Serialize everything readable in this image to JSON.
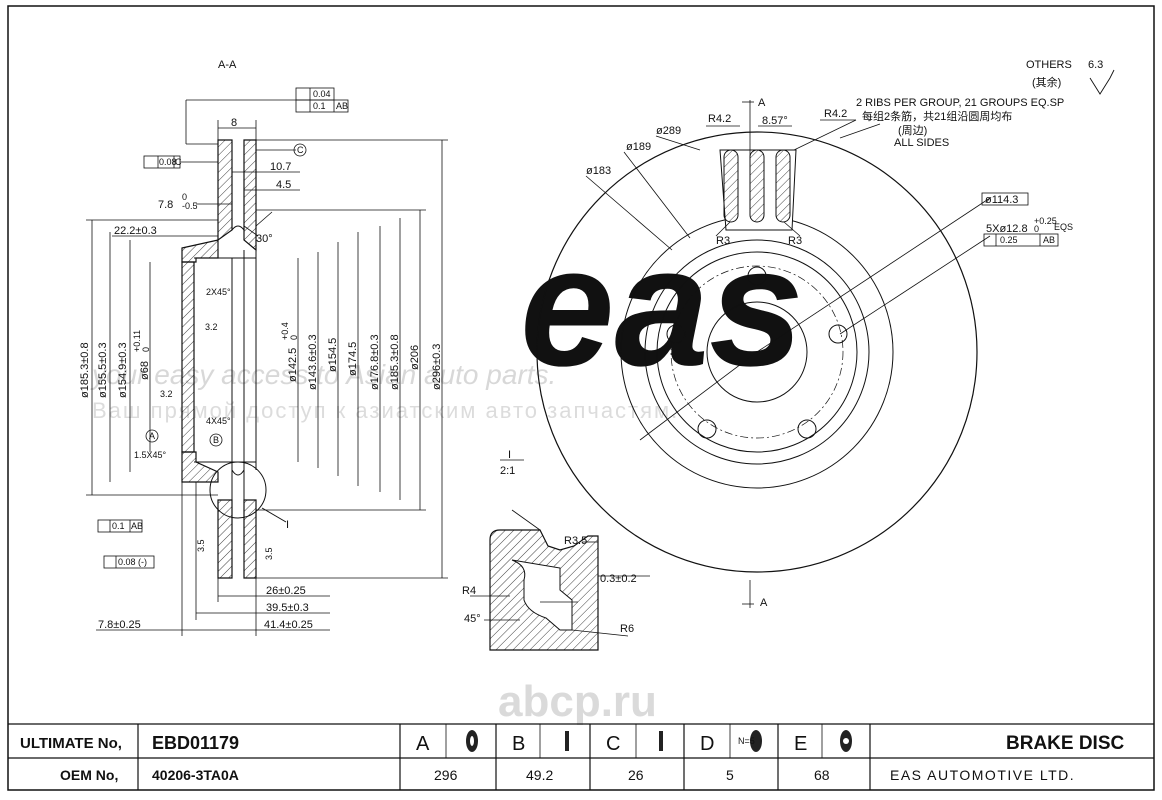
{
  "section_label": "A-A",
  "others": {
    "label": "OTHERS",
    "value": "6.3",
    "cn": "(其余)"
  },
  "ribs_note": {
    "en": "2 RIBS PER GROUP, 21 GROUPS EQ.SP",
    "cn": "每组2条筋，共21组沿圆周均布"
  },
  "all_sides": {
    "cn": "(周边)",
    "en": "ALL SIDES"
  },
  "tolerance_frames": {
    "top1": "0.04",
    "top2": "0.1",
    "top2_ref": "AB",
    "parallel": "0.08",
    "parallel_ref": "C",
    "runout": "0.1",
    "runout_ref": "AB",
    "flatness": "0.08",
    "flatness_note": "(-)",
    "position": "0.25",
    "position_ref": "AB"
  },
  "section_dims": {
    "d8": "8",
    "d10_7": "10.7",
    "d4_5": "4.5",
    "d7_8_top": "7.8",
    "d7_8_top_tol": "0",
    "d7_8_top_tol2": "-0.5",
    "d22_2": "22.2±0.3",
    "angle30": "30°",
    "chamfer2x45": "2X45°",
    "d3_2a": "3.2",
    "d3_2b": "3.2",
    "chamfer4x45": "4X45°",
    "chamfer15x45": "1.5X45°",
    "d185_3_08": "ø185.3±0.8",
    "d155_5": "ø155.5±0.3",
    "d154_9": "ø154.9±0.3",
    "d68": "ø68",
    "d68_tol": "+0.11",
    "d68_tol2": "0",
    "d142_5": "ø142.5",
    "d142_5_tol": "+0.4",
    "d142_5_tol2": "0",
    "d143_6": "ø143.6±0.3",
    "d154_5": "ø154.5",
    "d174_5": "ø174.5",
    "d176_8": "ø176.8±0.3",
    "d185_3_b": "ø185.3±0.8",
    "d206": "ø206",
    "d296": "ø296±0.3",
    "d3_5a": "3.5",
    "d3_5b": "3.5",
    "d26": "26±0.25",
    "d39_5": "39.5±0.3",
    "d7_8": "7.8±0.25",
    "d41_4": "41.4±0.25",
    "datum_a": "A",
    "datum_b": "B",
    "datum_c": "C"
  },
  "detail": {
    "label": "I",
    "scale": "2:1",
    "r3_5": "R3.5",
    "r4": "R4",
    "r6": "R6",
    "angle45": "45°",
    "d0_3": "0.3±0.2"
  },
  "front_dims": {
    "r4_2a": "R4.2",
    "r4_2b": "R4.2",
    "d8_57": "8.57°",
    "d289": "ø289",
    "d189": "ø189",
    "d183": "ø183",
    "r3a": "R3",
    "r3b": "R3",
    "d114_3": "ø114.3",
    "holes": "5Xø12.8",
    "holes_tol": "+0.25",
    "holes_tol2": "0",
    "holes_eqs": "EQS",
    "cut_a_top": "A",
    "cut_a_bottom": "A"
  },
  "watermark": {
    "line_en": "your easy access to Asian auto parts.",
    "line_ru": "Ваш прямой доступ к азиатским авто запчастям.",
    "logo": "abcp.ru"
  },
  "title_block": {
    "ultimate_label": "ULTIMATE No,",
    "ultimate_value": "EBD01179",
    "oem_label": "OEM No,",
    "oem_value": "40206-3TA0A",
    "columns": [
      {
        "letter": "A",
        "value": "296"
      },
      {
        "letter": "B",
        "value": "49.2"
      },
      {
        "letter": "C",
        "value": "26"
      },
      {
        "letter": "D",
        "value": "5"
      },
      {
        "letter": "E",
        "value": "68"
      }
    ],
    "d_icon_text": "N=5",
    "product": "BRAKE DISC",
    "company": "EAS AUTOMOTIVE LTD."
  }
}
